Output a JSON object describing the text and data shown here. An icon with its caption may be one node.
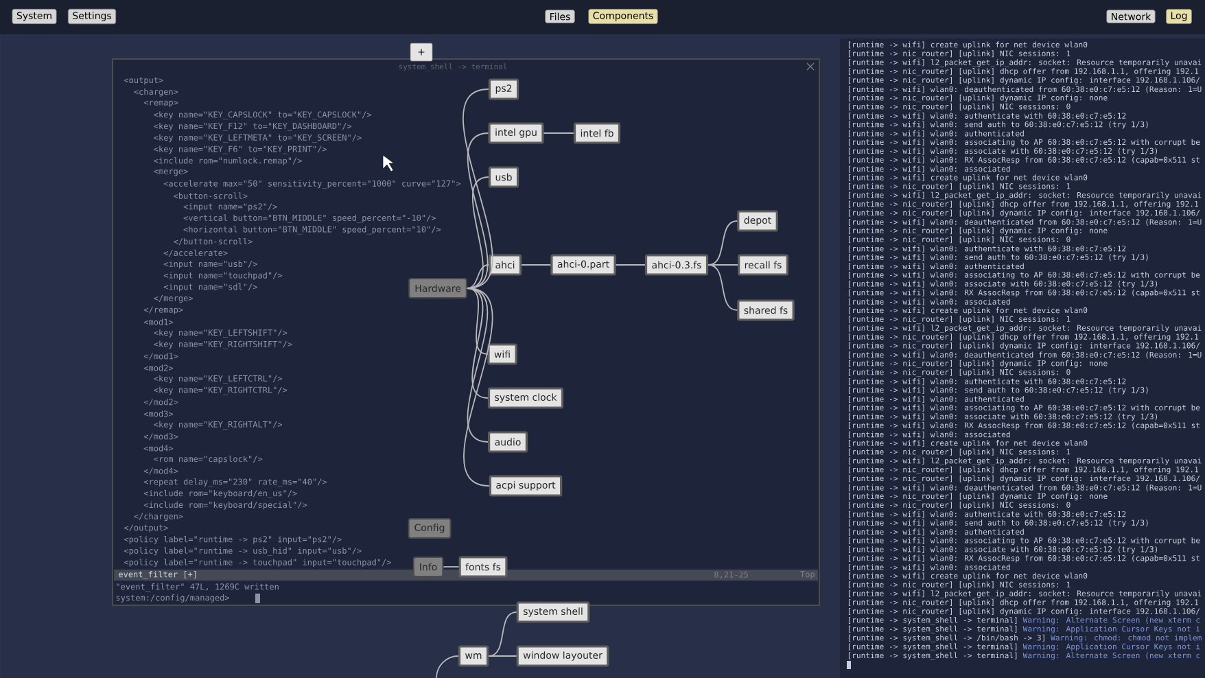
{
  "diagram": {
    "nodes": [
      {
        "text": [
          "Hardware"
        ]
      },
      {
        "text": [
          "ps2"
        ]
      },
      {
        "text": [
          "intel gpu"
        ]
      },
      {
        "text": [
          "intel fb"
        ]
      },
      {
        "text": [
          "usb"
        ]
      },
      {
        "text": [
          "ahci"
        ]
      },
      {
        "text": [
          "ahci-0.part"
        ]
      },
      {
        "text": [
          "ahci-0.3.fs"
        ]
      },
      {
        "text": [
          "depot"
        ]
      },
      {
        "text": [
          "recall fs"
        ]
      },
      {
        "text": [
          "shared fs"
        ]
      },
      {
        "text": [
          "wifi"
        ]
      },
      {
        "text": [
          "system clock"
        ]
      },
      {
        "text": [
          "audio"
        ]
      },
      {
        "text": [
          "acpi support"
        ]
      },
      {
        "text": [
          "Config"
        ]
      },
      {
        "text": [
          "Info"
        ]
      },
      {
        "text": [
          "fonts fs"
        ]
      },
      {
        "text": [
          "system shell"
        ]
      },
      {
        "text": [
          "wm"
        ]
      },
      {
        "text": [
          "window layouter"
        ]
      }
    ],
    "edges": [
      {
        "from": 0,
        "to": 1,
        "arrow": "none"
      },
      {
        "from": 0,
        "to": 2,
        "arrow": "none"
      },
      {
        "from": 2,
        "to": 3,
        "arrow": "none"
      },
      {
        "from": 0,
        "to": 4,
        "arrow": "none"
      },
      {
        "from": 0,
        "to": 5,
        "arrow": "none"
      },
      {
        "from": 5,
        "to": 6,
        "arrow": "none"
      },
      {
        "from": 6,
        "to": 7,
        "arrow": "none"
      },
      {
        "from": 7,
        "to": 8,
        "arrow": "none"
      },
      {
        "from": 7,
        "to": 9,
        "arrow": "none"
      },
      {
        "from": 7,
        "to": 10,
        "arrow": "none"
      },
      {
        "from": 0,
        "to": 11,
        "arrow": "none"
      },
      {
        "from": 0,
        "to": 12,
        "arrow": "none"
      },
      {
        "from": 0,
        "to": 13,
        "arrow": "none"
      },
      {
        "from": 0,
        "to": 14,
        "arrow": "none"
      },
      {
        "from": 16,
        "to": 17,
        "arrow": "none"
      },
      {
        "from": 19,
        "to": 18,
        "arrow": "none"
      },
      {
        "from": 19,
        "to": 20,
        "arrow": "none"
      },
      {
        "from": null,
        "to": 19,
        "arrow": "none"
      }
    ],
    "labels": [
      "System",
      "Settings",
      "Files",
      "Components",
      "Network",
      "Log",
      "+",
      "system_shell -> terminal",
      "<output>",
      "<chargen>",
      "<remap>",
      "<key name=\"KEY_CAPSLOCK\" to=\"KEY_CAPSLOCK\"/>",
      "<key name=\"KEY_F12\" to=\"KEY_DASHBOARD\"/>",
      "<key name=\"KEY_LEFTMETA\" to=\"KEY_SCREEN\"/>",
      "<key name=\"KEY_F6\" to=\"KEY_PRINT\"/>",
      "<include rom=\"numlock.remap\"/>",
      "<merge>",
      "<accelerate max=\"50\" sensitivity_percent=\"1000\" curve=\"127\">",
      "<button-scroll>",
      "<input name=\"ps2\"/>",
      "<vertical button=\"BTN_MIDDLE\" speed_percent=\"-10\"/>",
      "<horizontal button=\"BTN_MIDDLE\" speed_percent=\"10\"/>",
      "</button-scroll>",
      "</accelerate>",
      "<input name=\"usb\"/>",
      "<input name=\"touchpad\"/>",
      "<input name=\"sdl\"/>",
      "</merge>",
      "</remap>",
      "<mod1>",
      "<key name=\"KEY_LEFTSHIFT\"/>",
      "<key name=\"KEY_RIGHTSHIFT\"/>",
      "</mod1>",
      "<mod2>",
      "<key name=\"KEY_LEFTCTRL\"/>",
      "<key name=\"KEY_RIGHTCTRL\"/>",
      "</mod2>",
      "<mod3>",
      "<key name=\"KEY_RIGHTALT\"/>",
      "</mod3>",
      "<mod4>",
      "<rom name=\"capslock\"/>",
      "</mod4>",
      "<repeat delay_ms=\"230\" rate_ms=\"40\"/>",
      "<include rom=\"keyboard/en_us\"/>",
      "<include rom=\"keyboard/special\"/>",
      "</chargen>",
      "</output>",
      "<policy label=\"runtime -> ps2\" input=\"ps2\"/>",
      "<policy label=\"runtime -> usb_hid\" input=\"usb\"/>",
      "<policy label=\"runtime -> touchpad\" input=\"touchpad\"/>",
      "event_filter [+]",
      "8,21-25",
      "Top",
      "\"event_filter\" 47L, 1269C written",
      "system:/config/managed>",
      "[runtime -> wifi] create uplink for net device wlan0",
      "[runtime -> nic_router] [uplink] NIC sessions: 1",
      "[runtime -> wifi] l2_packet_get_ip_addr: socket: Resource temporarily unavai",
      "[runtime -> nic_router] [uplink] dhcp offer from 192.168.1.1, offering 192.1",
      "[runtime -> nic_router] [uplink] dynamic IP config: interface 192.168.1.106/",
      "[runtime -> wifi] wlan0: deauthenticated from 60:38:e0:c7:e5:12 (Reason: 1=U",
      "[runtime -> nic_router] [uplink] dynamic IP config: none",
      "[runtime -> nic_router] [uplink] NIC sessions: 0",
      "[runtime -> wifi] wlan0: authenticate with 60:38:e0:c7:e5:12",
      "[runtime -> wifi] wlan0: send auth to 60:38:e0:c7:e5:12 (try 1/3)",
      "[runtime -> wifi] wlan0: authenticated",
      "[runtime -> wifi] wlan0: associating to AP 60:38:e0:c7:e5:12 with corrupt be",
      "[runtime -> wifi] wlan0: associate with 60:38:e0:c7:e5:12 (try 1/3)",
      "[runtime -> wifi] wlan0: RX AssocResp from 60:38:e0:c7:e5:12 (capab=0x511 st",
      "[runtime -> wifi] wlan0: associated",
      "[runtime -> wifi] create uplink for net device wlan0",
      "[runtime -> nic_router] [uplink] NIC sessions: 1",
      "[runtime -> wifi] l2_packet_get_ip_addr: socket: Resource temporarily unavai",
      "[runtime -> nic_router] [uplink] dhcp offer from 192.168.1.1, offering 192.1",
      "[runtime -> nic_router] [uplink] dynamic IP config: interface 192.168.1.106/",
      "[runtime -> wifi] wlan0: deauthenticated from 60:38:e0:c7:e5:12 (Reason: 1=U",
      "[runtime -> nic_router] [uplink] dynamic IP config: none",
      "[runtime -> nic_router] [uplink] NIC sessions: 0",
      "[runtime -> wifi] wlan0: authenticate with 60:38:e0:c7:e5:12",
      "[runtime -> wifi] wlan0: send auth to 60:38:e0:c7:e5:12 (try 1/3)",
      "[runtime -> wifi] wlan0: authenticated",
      "[runtime -> wifi] wlan0: associating to AP 60:38:e0:c7:e5:12 with corrupt be",
      "[runtime -> wifi] wlan0: associate with 60:38:e0:c7:e5:12 (try 1/3)",
      "[runtime -> wifi] wlan0: RX AssocResp from 60:38:e0:c7:e5:12 (capab=0x511 st",
      "[runtime -> wifi] wlan0: associated",
      "[runtime -> wifi] create uplink for net device wlan0",
      "[runtime -> nic_router] [uplink] NIC sessions: 1",
      "[runtime -> wifi] l2_packet_get_ip_addr: socket: Resource temporarily unavai",
      "[runtime -> nic_router] [uplink] dhcp offer from 192.168.1.1, offering 192.1",
      "[runtime -> nic_router] [uplink] dynamic IP config: interface 192.168.1.106/",
      "[runtime -> wifi] wlan0: deauthenticated from 60:38:e0:c7:e5:12 (Reason: 1=U",
      "[runtime -> nic_router] [uplink] dynamic IP config: none",
      "[runtime -> nic_router] [uplink] NIC sessions: 0",
      "[runtime -> wifi] wlan0: authenticate with 60:38:e0:c7:e5:12",
      "[runtime -> wifi] wlan0: send auth to 60:38:e0:c7:e5:12 (try 1/3)",
      "[runtime -> wifi] wlan0: authenticated",
      "[runtime -> wifi] wlan0: associating to AP 60:38:e0:c7:e5:12 with corrupt be",
      "[runtime -> wifi] wlan0: associate with 60:38:e0:c7:e5:12 (try 1/3)",
      "[runtime -> wifi] wlan0: RX AssocResp from 60:38:e0:c7:e5:12 (capab=0x511 st",
      "[runtime -> wifi] wlan0: associated",
      "[runtime -> wifi] create uplink for net device wlan0",
      "[runtime -> nic_router] [uplink] NIC sessions: 1",
      "[runtime -> wifi] l2_packet_get_ip_addr: socket: Resource temporarily unavai",
      "[runtime -> nic_router] [uplink] dhcp offer from 192.168.1.1, offering 192.1",
      "[runtime -> nic_router] [uplink] dynamic IP config: interface 192.168.1.106/",
      "[runtime -> wifi] wlan0: deauthenticated from 60:38:e0:c7:e5:12 (Reason: 1=U",
      "[runtime -> nic_router] [uplink] dynamic IP config: none",
      "[runtime -> nic_router] [uplink] NIC sessions: 0",
      "[runtime -> wifi] wlan0: authenticate with 60:38:e0:c7:e5:12",
      "[runtime -> wifi] wlan0: send auth to 60:38:e0:c7:e5:12 (try 1/3)",
      "[runtime -> wifi] wlan0: authenticated",
      "[runtime -> wifi] wlan0: associating to AP 60:38:e0:c7:e5:12 with corrupt be",
      "[runtime -> wifi] wlan0: associate with 60:38:e0:c7:e5:12 (try 1/3)",
      "[runtime -> wifi] wlan0: RX AssocResp from 60:38:e0:c7:e5:12 (capab=0x511 st",
      "[runtime -> wifi] wlan0: associated",
      "[runtime -> wifi] create uplink for net device wlan0",
      "[runtime -> nic_router] [uplink] NIC sessions: 1",
      "[runtime -> wifi] l2_packet_get_ip_addr: socket: Resource temporarily unavai",
      "[runtime -> nic_router] [uplink] dhcp offer from 192.168.1.1, offering 192.1",
      "[runtime -> nic_router] [uplink] dynamic IP config: interface 192.168.1.106/",
      "[runtime -> system_shell -> terminal]",
      "Warning: Alternate Screen (new xterm c",
      "[runtime -> system_shell -> terminal]",
      "Warning: Application Cursor Keys not i",
      "[runtime -> system_shell -> /bin/bash -> 3]",
      "Warning: chmod: chmod not implem",
      "[runtime -> system_shell -> terminal]",
      "Warning: Application Cursor Keys not i",
      "[runtime -> system_shell -> terminal]",
      "Warning: Alternate Screen (new xterm c"
    ]
  }
}
